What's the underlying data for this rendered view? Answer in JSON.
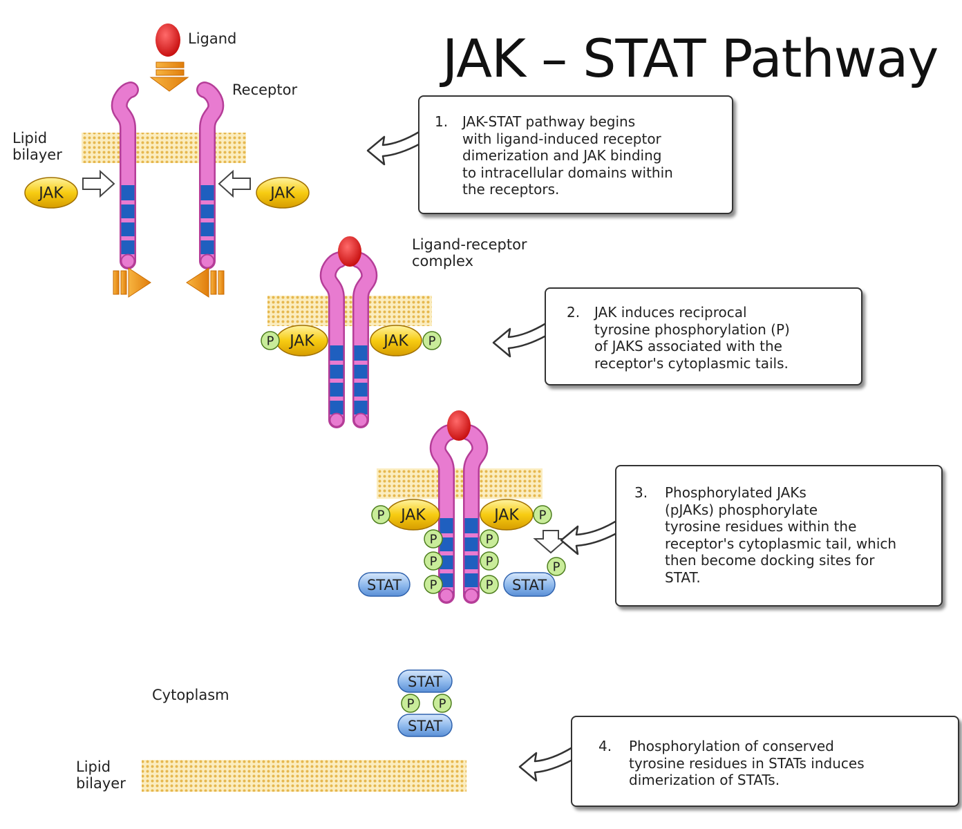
{
  "title": "JAK – STAT Pathway",
  "labels": {
    "ligand": "Ligand",
    "receptor": "Receptor",
    "lipid_bilayer_top": "Lipid\nbilayer",
    "ligand_receptor_complex": "Ligand-receptor\ncomplex",
    "cytoplasm": "Cytoplasm",
    "lipid_bilayer_bottom": "Lipid\nbilayer"
  },
  "molecules": {
    "jak": "JAK",
    "stat": "STAT",
    "phosphate": "P"
  },
  "steps": [
    {
      "number": "1.",
      "text": "JAK-STAT pathway begins\nwith ligand-induced receptor\ndimerization and JAK binding\nto intracellular domains within\nthe receptors."
    },
    {
      "number": "2.",
      "text": "JAK induces reciprocal\ntyrosine phosphorylation (P)\nof JAKS associated with the\nreceptor's cytoplasmic tails."
    },
    {
      "number": "3.",
      "text": "Phosphorylated JAKs\n(pJAKs) phosphorylate\ntyrosine residues within the\nreceptor's cytoplasmic tail, which\nthen become docking sites for\nSTAT."
    },
    {
      "number": "4.",
      "text": "Phosphorylation of conserved\ntyrosine residues in STATs induces\ndimerization of STATs."
    }
  ],
  "colors": {
    "receptor": "#e87bd0",
    "receptor_outline": "#b53d98",
    "cyto_tail": "#1f5fbf",
    "ligand": "#e01818",
    "jak": "#f5c400",
    "stat": "#8fb9ea",
    "phosphate": "#c9ec9a",
    "arrow": "#f29a1c",
    "membrane": "#f3d27a"
  }
}
